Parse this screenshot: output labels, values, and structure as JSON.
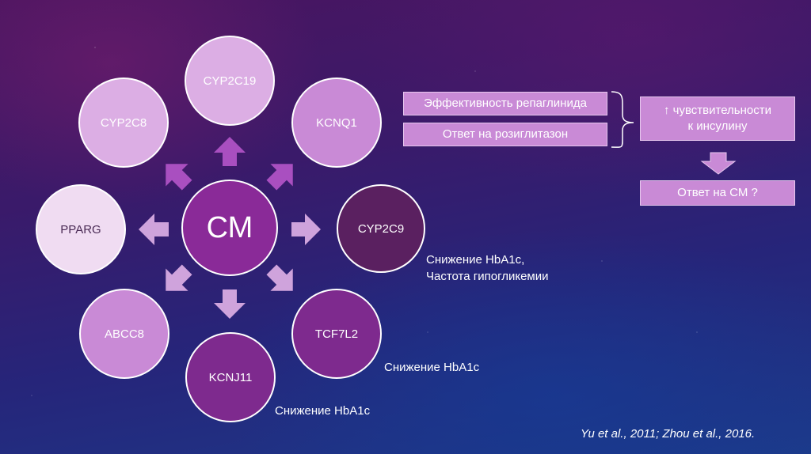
{
  "diagram": {
    "center": {
      "label": "СМ",
      "color": "#8a2a98"
    },
    "genes": [
      {
        "id": "cyp2c19",
        "label": "CYP2C19",
        "color": "#dcaee4"
      },
      {
        "id": "cyp2c8",
        "label": "CYP2C8",
        "color": "#dcaee4"
      },
      {
        "id": "kcnq1",
        "label": "KCNQ1",
        "color": "#c98ad6"
      },
      {
        "id": "pparg",
        "label": "PPARG",
        "color": "#f0dcf2"
      },
      {
        "id": "cyp2c9",
        "label": "CYP2C9",
        "color": "#5a2060"
      },
      {
        "id": "abcc8",
        "label": "ABCC8",
        "color": "#c98ad6"
      },
      {
        "id": "tcf7l2",
        "label": "TCF7L2",
        "color": "#7e2a8e"
      },
      {
        "id": "kcnj11",
        "label": "KCNJ11",
        "color": "#7e2a8e"
      }
    ],
    "arrow_colors": {
      "upper": "#a94fc0",
      "lower": "#cfa3dc"
    }
  },
  "effects": {
    "box1": "Эффективность репаглинида",
    "box2": "Ответ на розиглитазон",
    "sensitivity_line1": "↑ чувствительности",
    "sensitivity_line2": "к инсулину",
    "response": "Ответ на СМ ?",
    "box_color": "#c98ad6"
  },
  "notes": {
    "cyp2c9_line1": "Снижение HbA1c,",
    "cyp2c9_line2": "Частота гипогликемии",
    "tcf7l2": "Снижение HbA1c",
    "kcnj11": "Снижение HbA1c"
  },
  "citation": "Yu et al., 2011; Zhou et al., 2016."
}
